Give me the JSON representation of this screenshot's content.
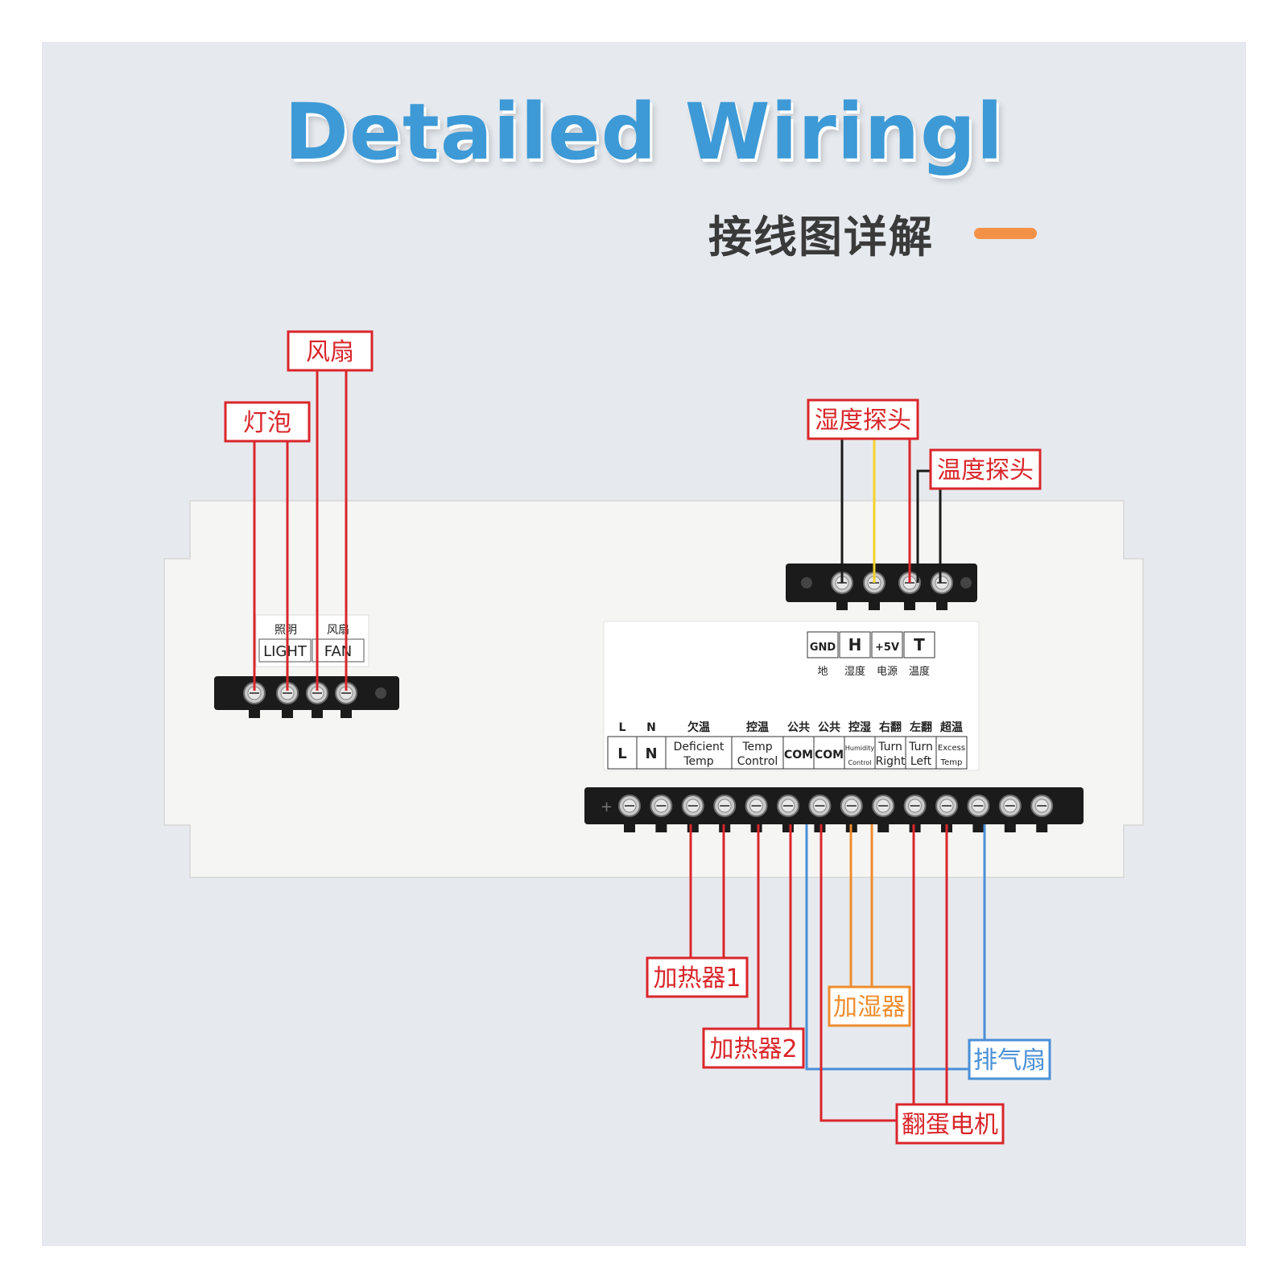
{
  "header": {
    "title": "Detailed Wiringl",
    "subtitle": "接线图详解"
  },
  "colors": {
    "background": "#e6eaef",
    "title": "#3d9ad6",
    "accent_dash": "#f39247",
    "label_red": "#d9262b",
    "label_orange": "#ee8c2d",
    "label_blue": "#4a8fd6",
    "wire_black": "#1a1a1a",
    "wire_yellow": "#f5d22a"
  },
  "callouts": {
    "fan": "风扇",
    "bulb": "灯泡",
    "humidity_probe": "湿度探头",
    "temp_probe": "温度探头",
    "heater1": "加热器1",
    "heater2": "加热器2",
    "humidifier": "加湿器",
    "exhaust_fan": "排气扇",
    "egg_turn_motor": "翻蛋电机"
  },
  "left_block": {
    "cn_labels": [
      "照明",
      "风扇"
    ],
    "en_labels": [
      "LIGHT",
      "FAN"
    ]
  },
  "sensor_block": {
    "terminals": [
      "GND",
      "H",
      "+5V",
      "T"
    ],
    "cn_labels": [
      "地",
      "湿度",
      "电源",
      "温度"
    ]
  },
  "main_block": {
    "cn_labels": [
      "L",
      "N",
      "欠温",
      "控温",
      "公共",
      "公共",
      "控湿",
      "右翻",
      "左翻",
      "超温"
    ],
    "cells": [
      {
        "lines": [
          "L"
        ]
      },
      {
        "lines": [
          "N"
        ]
      },
      {
        "lines": [
          "Deficient",
          "Temp"
        ]
      },
      {
        "lines": [
          "Temp",
          "Control"
        ]
      },
      {
        "lines": [
          "COM"
        ]
      },
      {
        "lines": [
          "COM"
        ]
      },
      {
        "lines": [
          "Humidity",
          "Control"
        ]
      },
      {
        "lines": [
          "Turn",
          "Right"
        ]
      },
      {
        "lines": [
          "Turn",
          "Left"
        ]
      },
      {
        "lines": [
          "Excess",
          "Temp"
        ]
      }
    ]
  }
}
